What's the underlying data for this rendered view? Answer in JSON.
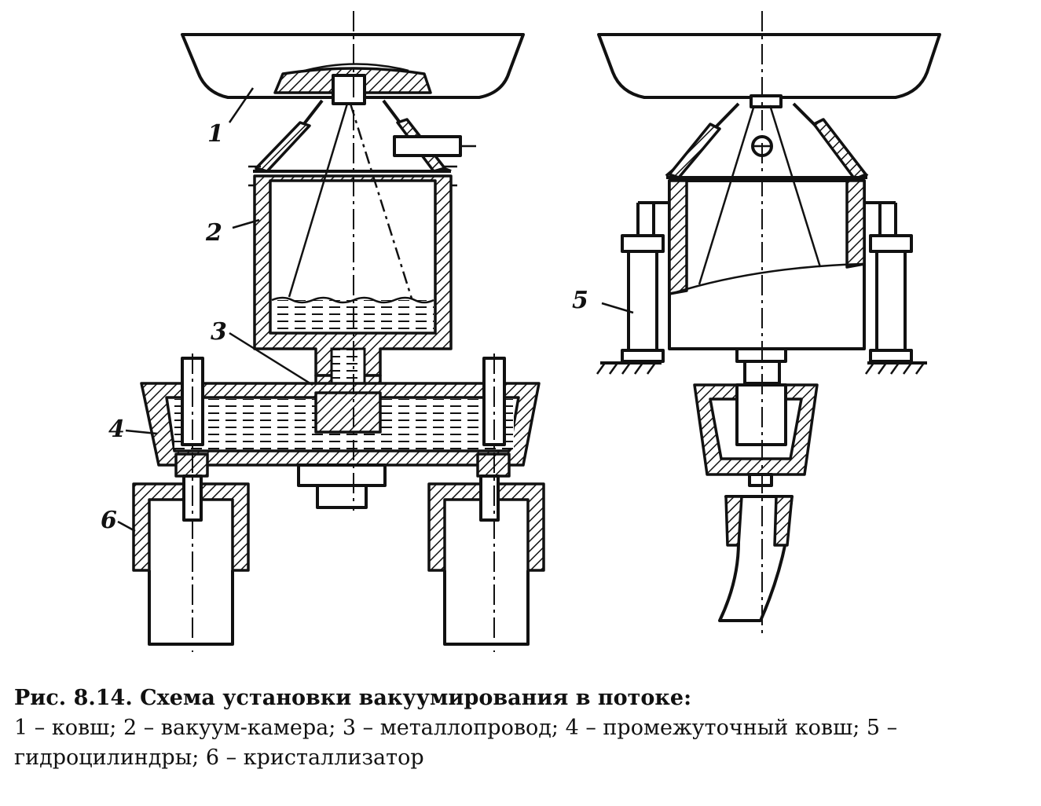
{
  "figure": {
    "labels": {
      "l1": "1",
      "l2": "2",
      "l3": "3",
      "l4": "4",
      "l5": "5",
      "l6": "6"
    }
  },
  "caption": {
    "title_number": "Рис. 8.14.",
    "title_text": "Схема установки вакуумирования в потоке:",
    "line2": "1 – ковш; 2 – вакуум-камера; 3 – металлопровод; 4 – промежуточный ковш; 5 –",
    "line3": "гидроцилиндры; 6 – кристаллизатор"
  }
}
